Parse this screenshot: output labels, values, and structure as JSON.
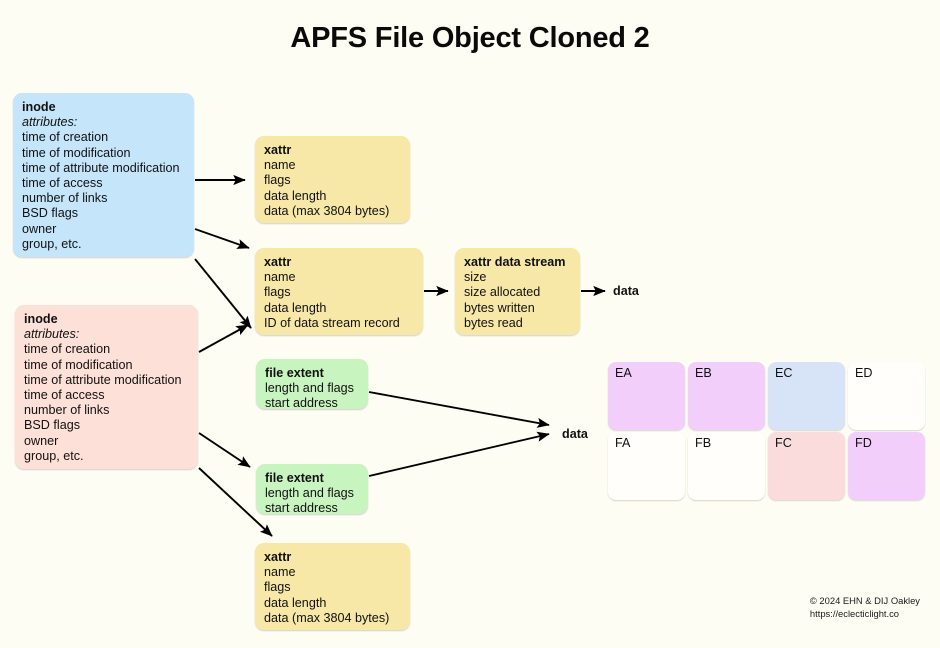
{
  "title": "APFS File Object Cloned 2",
  "colors": {
    "background": "#fefdf4",
    "inode_blue": "#c5e6fa",
    "inode_pink": "#fde0d7",
    "xattr_yellow": "#f7e8a7",
    "extent_green": "#c8f4c0",
    "block_violet": "#f2cefb",
    "block_blue": "#d7e4f8",
    "block_pink": "#fadcdc",
    "block_white": "#fffefb",
    "arrow": "#000000"
  },
  "nodes": {
    "inode_blue": {
      "header": "inode",
      "subheader": "attributes:",
      "lines": [
        "time of creation",
        "time of modification",
        "time of attribute modification",
        "time of access",
        "number of links",
        "BSD flags",
        "owner",
        "group, etc."
      ]
    },
    "inode_pink": {
      "header": "inode",
      "subheader": "attributes:",
      "lines": [
        "time of creation",
        "time of modification",
        "time of attribute modification",
        "time of access",
        "number of links",
        "BSD flags",
        "owner",
        "group, etc."
      ]
    },
    "xattr_top": {
      "header": "xattr",
      "lines": [
        "name",
        "flags",
        "data length",
        "data (max 3804 bytes)"
      ]
    },
    "xattr_mid": {
      "header": "xattr",
      "lines": [
        "name",
        "flags",
        "data length",
        "ID of data stream record"
      ]
    },
    "xattr_bottom": {
      "header": "xattr",
      "lines": [
        "name",
        "flags",
        "data length",
        "data (max 3804 bytes)"
      ]
    },
    "xattr_data_stream": {
      "header": "xattr data stream",
      "lines": [
        "size",
        "size allocated",
        "bytes written",
        "bytes read"
      ]
    },
    "file_extent_1": {
      "header": "file extent",
      "lines": [
        "length and flags",
        "start address"
      ]
    },
    "file_extent_2": {
      "header": "file extent",
      "lines": [
        "length and flags",
        "start address"
      ]
    }
  },
  "labels": {
    "data_stream_data": "data",
    "extents_data": "data"
  },
  "blocks": [
    {
      "label": "EA",
      "color": "#f2cefb"
    },
    {
      "label": "EB",
      "color": "#f2cefb"
    },
    {
      "label": "EC",
      "color": "#d7e4f8"
    },
    {
      "label": "ED",
      "color": "#fffefb"
    },
    {
      "label": "FA",
      "color": "#fffefb"
    },
    {
      "label": "FB",
      "color": "#fffefb"
    },
    {
      "label": "FC",
      "color": "#fadcdc"
    },
    {
      "label": "FD",
      "color": "#f2cefb"
    }
  ],
  "credit": {
    "line1": "© 2024 EHN & DIJ Oakley",
    "line2": "https://eclecticlight.co"
  }
}
